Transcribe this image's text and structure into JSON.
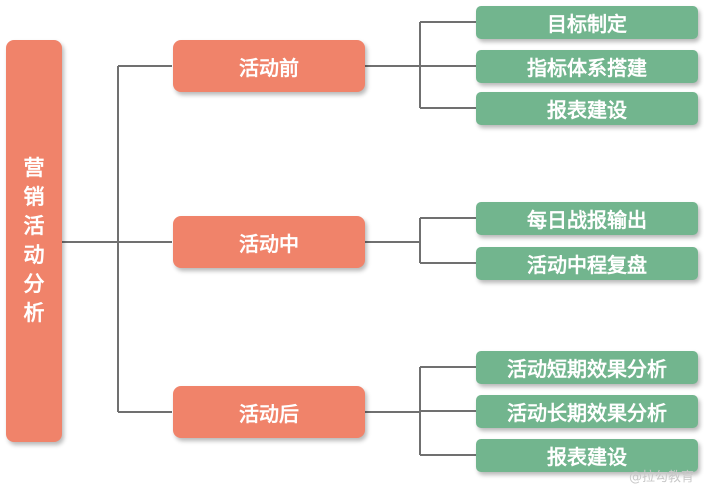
{
  "root": {
    "label": "营销活动分析"
  },
  "phases": [
    {
      "label": "活动前",
      "items": [
        "目标制定",
        "指标体系搭建",
        "报表建设"
      ]
    },
    {
      "label": "活动中",
      "items": [
        "每日战报输出",
        "活动中程复盘"
      ]
    },
    {
      "label": "活动后",
      "items": [
        "活动短期效果分析",
        "活动长期效果分析",
        "报表建设"
      ]
    }
  ],
  "watermark": "@拉勾教育",
  "colors": {
    "root": "#f0836a",
    "phase": "#f0836a",
    "leaf": "#72b58e",
    "line": "#707070"
  }
}
